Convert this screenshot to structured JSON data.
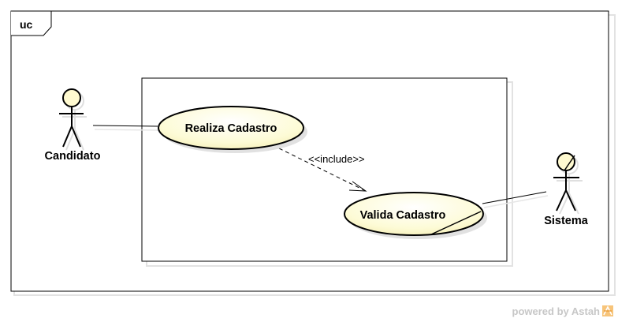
{
  "diagram": {
    "frame_label": "uc",
    "actors": [
      {
        "name": "Candidato"
      },
      {
        "name": "Sistema"
      }
    ],
    "use_cases": [
      {
        "name": "Realiza Cadastro"
      },
      {
        "name": "Valida Cadastro"
      }
    ],
    "relationships": [
      {
        "type": "association",
        "from": "Candidato",
        "to": "Realiza Cadastro"
      },
      {
        "type": "include",
        "label": "<<include>>",
        "from": "Realiza Cadastro",
        "to": "Valida Cadastro"
      },
      {
        "type": "association",
        "from": "Sistema",
        "to": "Valida Cadastro"
      }
    ]
  },
  "footer": {
    "text": "powered by Astah"
  },
  "colors": {
    "usecase_fill": "#fdfbd9",
    "actor_head": "#fffad0",
    "footer_text": "#c7c7c7",
    "logo": "#f5b34c"
  }
}
